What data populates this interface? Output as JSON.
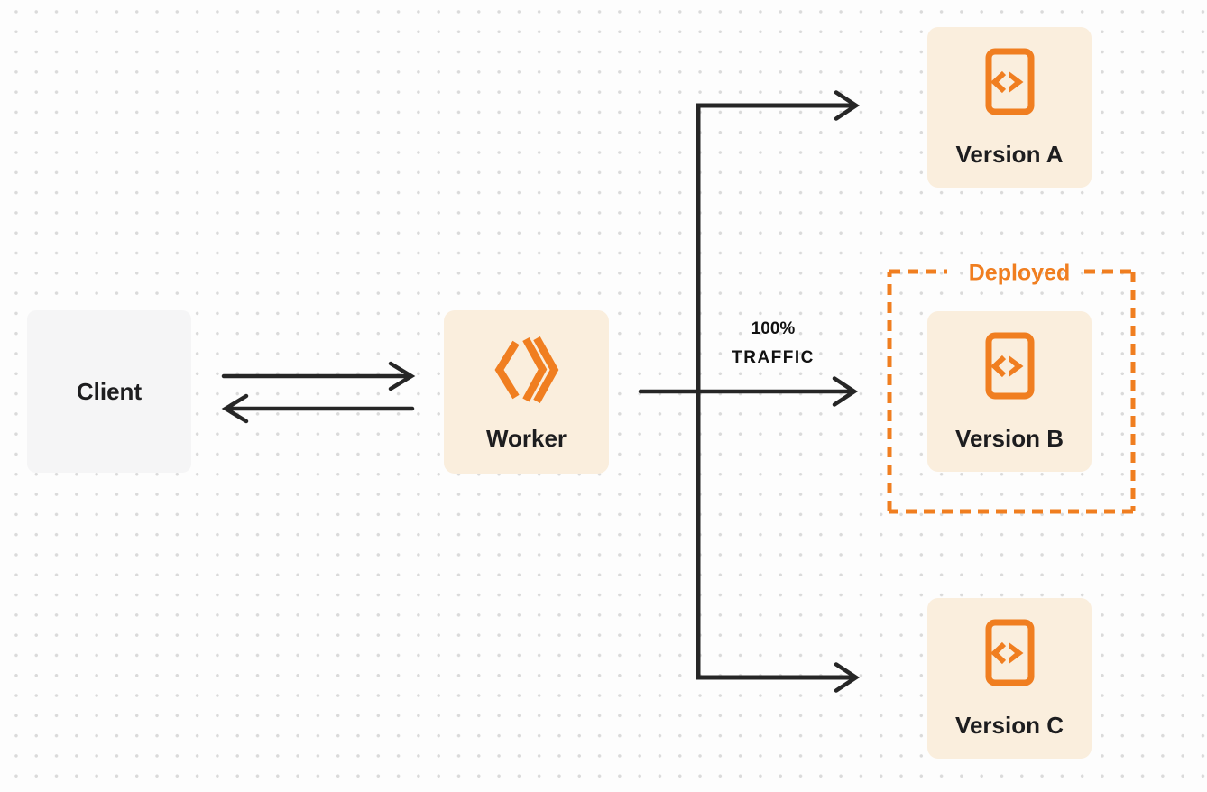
{
  "colors": {
    "background": "#fdfdfd",
    "dot": "#dadada",
    "accent": "#f07e20",
    "cream": "#faeedd",
    "gray": "#f5f5f6",
    "ink": "#1d1d1f",
    "line": "#262626"
  },
  "nodes": {
    "client": {
      "label": "Client"
    },
    "worker": {
      "label": "Worker",
      "icon": "workers-logo-icon"
    },
    "versions": [
      {
        "label": "Version A",
        "icon": "code-document-icon"
      },
      {
        "label": "Version B",
        "icon": "code-document-icon"
      },
      {
        "label": "Version C",
        "icon": "code-document-icon"
      }
    ]
  },
  "annotations": {
    "deployed_label": "Deployed",
    "traffic_percent": "100%",
    "traffic_word": "TRAFFIC"
  }
}
